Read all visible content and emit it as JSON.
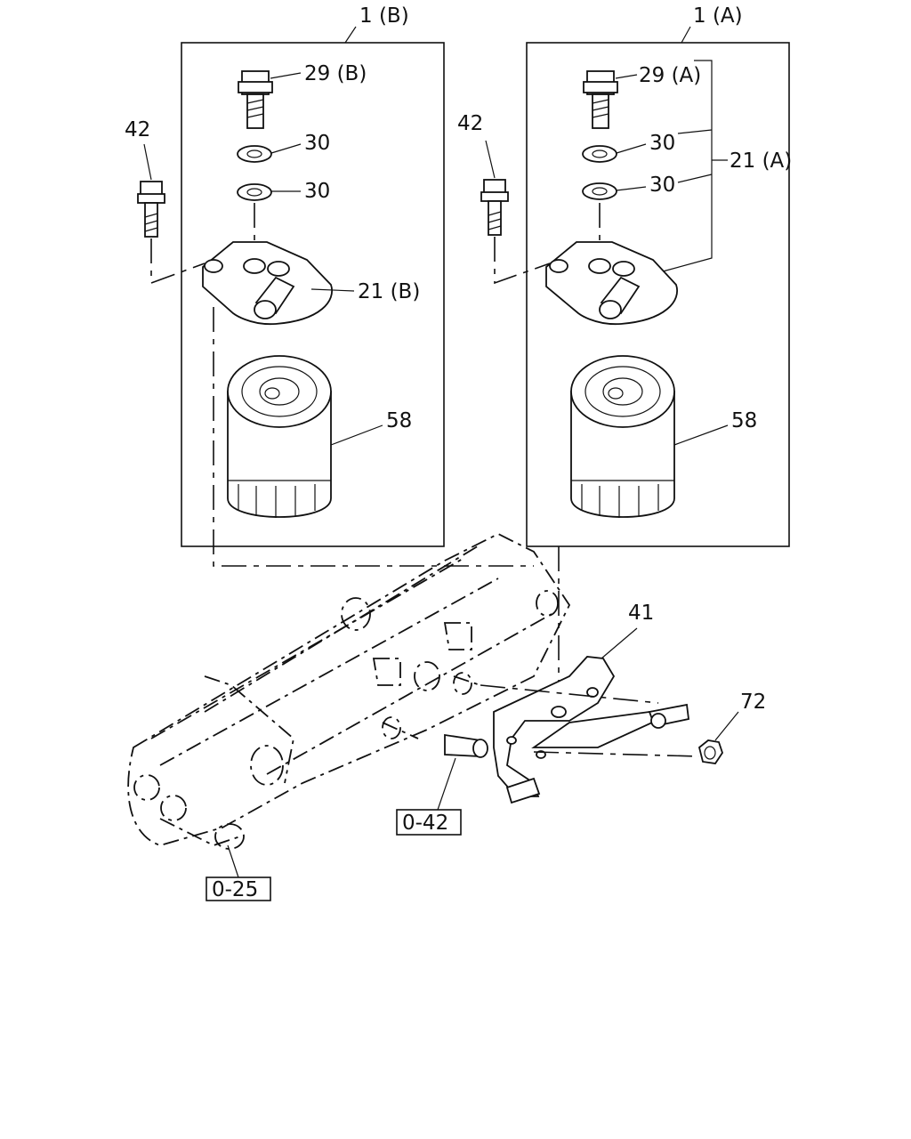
{
  "labels": {
    "assy_b": "1 (B)",
    "assy_a": "1 (A)",
    "bolt_b": "29 (B)",
    "bolt_a": "29 (A)",
    "washer_b1": "30",
    "washer_b2": "30",
    "washer_a1": "30",
    "washer_a2": "30",
    "head_b": "21 (B)",
    "head_a": "21 (A)",
    "filter_b": "58",
    "filter_a": "58",
    "bolt42_left": "42",
    "bolt42_right": "42",
    "bracket": "41",
    "nut": "72",
    "ref_042": "0-42",
    "ref_025": "0-25"
  },
  "colors": {
    "ink": "#111111",
    "paper": "#ffffff"
  }
}
